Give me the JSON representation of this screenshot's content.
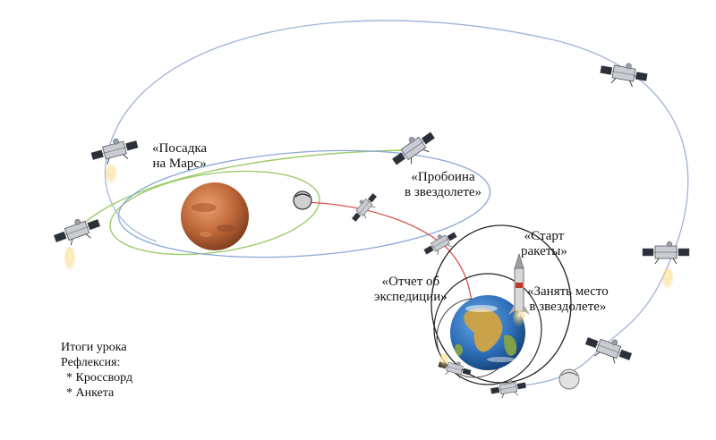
{
  "labels": {
    "landing": [
      "«Посадка",
      "на Марс»"
    ],
    "breach": [
      "«Пробоина",
      "в звездолете»"
    ],
    "start": [
      "«Старт",
      "ракеты»"
    ],
    "report": [
      "«Отчет об",
      "экспедиции»"
    ],
    "take_seat": [
      "«Занять место",
      "в звездолете»"
    ]
  },
  "menu": {
    "title": "Итоги урока",
    "reflection": "Рефлексия:",
    "items": [
      "* Кроссворд",
      "* Анкета"
    ]
  },
  "colors": {
    "big_loop": "#9fb2d6",
    "green_orbit": "#9ccc6a",
    "blue_orbit": "#8aa6d8",
    "red_path": "#d9534f",
    "black_orbit": "#222222",
    "mars": "#c0683a",
    "earth_ocean": "#2e6fb8",
    "earth_land": "#c9a24a"
  },
  "icons": {
    "spacecraft": "spacecraft-icon",
    "planet_mars": "mars-planet-icon",
    "planet_earth": "earth-planet-icon",
    "rocket": "rocket-icon",
    "capsule": "capsule-icon"
  }
}
